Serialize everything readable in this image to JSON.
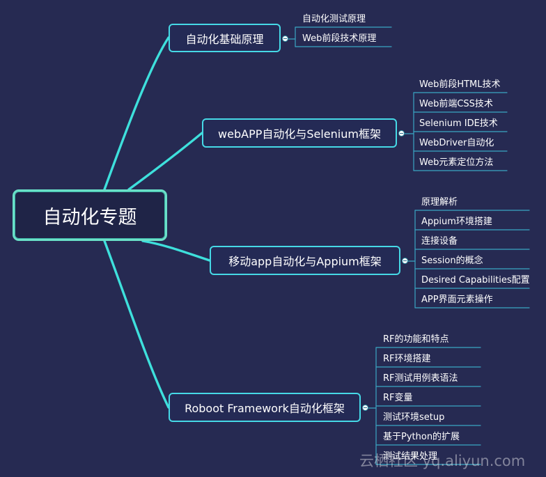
{
  "root": {
    "label": "自动化专题"
  },
  "topics": [
    {
      "label": "自动化基础原理",
      "children": [
        "自动化测试原理",
        "Web前段技术原理"
      ]
    },
    {
      "label": "webAPP自动化与Selenium框架",
      "children": [
        "Web前段HTML技术",
        "Web前端CSS技术",
        "Selenium IDE技术",
        "WebDriver自动化",
        "Web元素定位方法"
      ]
    },
    {
      "label": "移动app自动化与Appium框架",
      "children": [
        "原理解析",
        "Appium环境搭建",
        "连接设备",
        "Session的概念",
        "Desired  Capabilities配置",
        "APP界面元素操作"
      ]
    },
    {
      "label": "Roboot Framework自动化框架",
      "children": [
        "RF的功能和特点",
        "RF环境搭建",
        "RF测试用例表语法",
        "RF变量",
        "测试环境setup",
        "基于Python的扩展",
        "测试结果处理"
      ]
    }
  ],
  "watermark": "云栖社区 yq.aliyun.com",
  "colors": {
    "background": "#262a52",
    "root_border": "#6ae0c8",
    "branch": "#3ee0dc",
    "topic_border": "#46d9e6",
    "leaf_line": "#3aa6c4"
  }
}
